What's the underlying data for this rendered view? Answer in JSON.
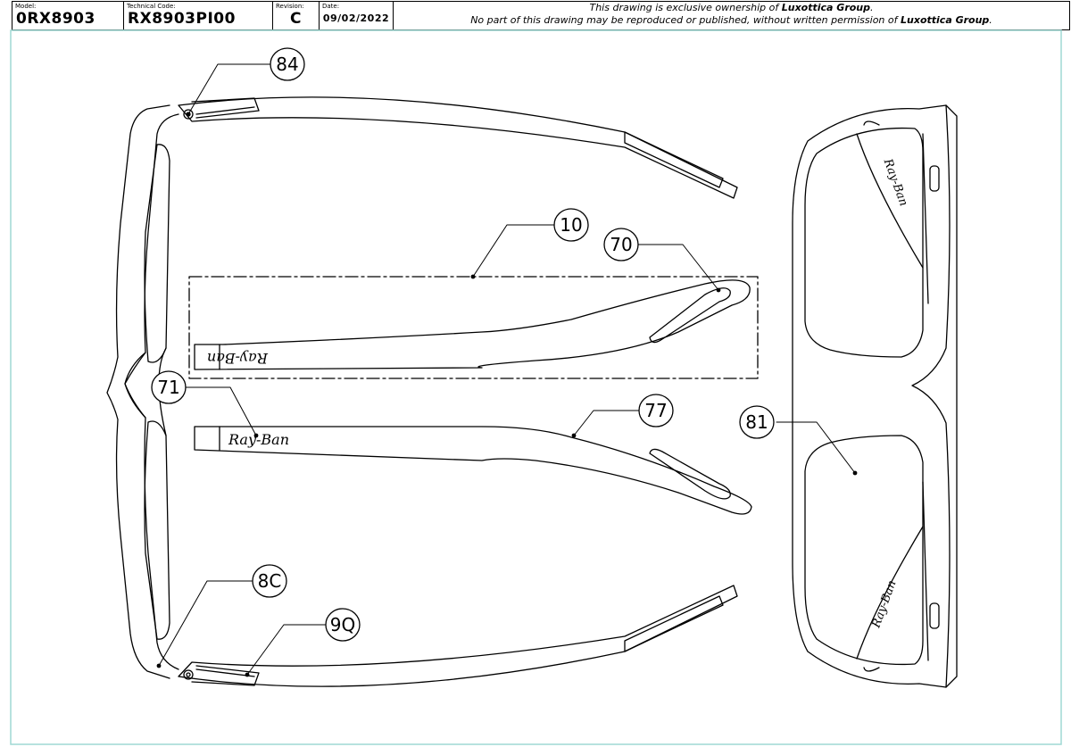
{
  "title_block": {
    "model_label": "Model:",
    "model_value": "0RX8903",
    "tech_code_label": "Technical Code:",
    "tech_code_value": "RX8903PI00",
    "revision_label": "Revision:",
    "revision_value": "C",
    "date_label": "Date:",
    "date_value": "09/02/2022"
  },
  "notice": {
    "line1_pre": "This drawing is exclusive ownership of ",
    "line1_company": "Luxottica Group",
    "line1_post": ".",
    "line2_pre": "No part of this drawing may be reproduced or published, without written permission of ",
    "line2_company": "Luxottica Group",
    "line2_post": "."
  },
  "callouts": {
    "c84": "84",
    "c10": "10",
    "c70": "70",
    "c71": "71",
    "c77": "77",
    "c81": "81",
    "c8c": "8C",
    "c9q": "9Q"
  },
  "temple_logo_text": "Ray-Ban",
  "colors": {
    "line": "#000000",
    "border": "#9fd9d4",
    "paper": "#ffffff"
  }
}
